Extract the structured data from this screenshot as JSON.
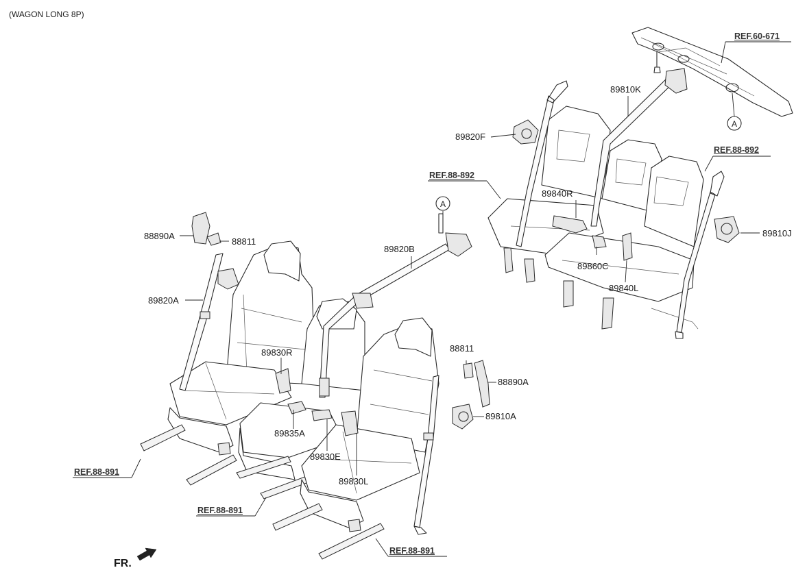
{
  "header": {
    "variant": "(WAGON LONG 8P)"
  },
  "labels": {
    "p88890A_left": "88890A",
    "p88811_left": "88811",
    "p89820A": "89820A",
    "p89830R": "89830R",
    "p89835A": "89835A",
    "p89830E": "89830E",
    "p89830L": "89830L",
    "p89820B": "89820B",
    "p88811_right": "88811",
    "p88890A_right": "88890A",
    "p89810A": "89810A",
    "p89820F": "89820F",
    "p89810K": "89810K",
    "p89840R": "89840R",
    "p89860C": "89860C",
    "p89840L": "89840L",
    "p89810J": "89810J"
  },
  "refs": {
    "r60_671": "REF.60-671",
    "r88_892_right": "REF.88-892",
    "r88_892_left": "REF.88-892",
    "r88_891_a": "REF.88-891",
    "r88_891_b": "REF.88-891",
    "r88_891_c": "REF.88-891"
  },
  "markers": {
    "circle_a_1": "A",
    "circle_a_2": "A"
  },
  "front_indicator": {
    "label": "FR."
  }
}
